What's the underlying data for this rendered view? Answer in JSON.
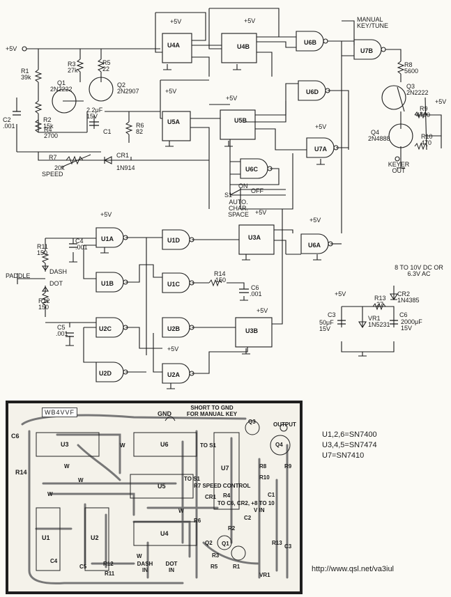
{
  "schematic": {
    "supply_labels": [
      "+5V",
      "+5V",
      "+5V",
      "+5V",
      "+5V",
      "+5V",
      "+5V",
      "+5V",
      "+5V",
      "+5V",
      "+5V",
      "+5V",
      "+5V"
    ],
    "gates": {
      "u4a": "U4A",
      "u4b": "U4B",
      "u6b": "U6B",
      "u7b": "U7B",
      "u5a": "U5A",
      "u5b": "U5B",
      "u6d": "U6D",
      "u7a": "U7A",
      "u6c": "U6C",
      "u1a": "U1A",
      "u1d": "U1D",
      "u3a": "U3A",
      "u6a": "U6A",
      "u1b": "U1B",
      "u1c": "U1C",
      "u2c": "U2C",
      "u2b": "U2B",
      "u3b": "U3B",
      "u2d": "U2D",
      "u2a": "U2A"
    },
    "components": {
      "r1": "R1",
      "r1v": "39k",
      "r2": "R2",
      "r2v": "15k",
      "r3": "R3",
      "r3v": "27k",
      "r4": "R4",
      "r4v": "2700",
      "r5": "R5",
      "r5v": "22",
      "r6": "R6",
      "r6v": "82",
      "r7": "R7",
      "r7v": "20k",
      "r7n": "SPEED",
      "q1": "Q1",
      "q1v": "2N2222",
      "q2": "Q2",
      "q2v": "2N2907",
      "c1": "C1",
      "c1v": "2.2μF 15V",
      "c2": "C2",
      "c2v": ".001",
      "cr1": "CR1",
      "cr1v": "1N914",
      "r8": "R8",
      "r8v": "5600",
      "q3": "Q3",
      "q3v": "2N2222",
      "q4": "Q4",
      "q4v": "2N4888",
      "r9": "R9",
      "r9v": "4700",
      "r10": "R10",
      "r10v": "470",
      "keyer": "KEYER OUT",
      "manual": "MANUAL KEY/TUNE",
      "s1": "S1",
      "s1n": "AUTO. CHAR. SPACE",
      "on": "ON",
      "off": "OFF",
      "r11": "R11",
      "r11v": "150",
      "r12": "R12",
      "r12v": "150",
      "c4": "C4",
      "c4v": ".001",
      "c5": "C5",
      "c5v": ".001",
      "paddle": "PADDLE",
      "dash": "DASH",
      "dot": "DOT",
      "r14": "R14",
      "r14v": "150",
      "c6": "C6",
      "c6v": ".001",
      "r13": "R13",
      "r13v": "27",
      "cr2": "CR2",
      "cr2v": "1N4385",
      "vr1": "VR1",
      "vr1v": "1N5231",
      "c3": "C3",
      "c3v": "50μF 15V",
      "c6b": "C6",
      "c6bv": "2000μF 15V",
      "dcin": "8 TO 10V DC OR 6.3V AC"
    }
  },
  "parts_note": [
    "U1,2,6=SN7400",
    "U3,4,5=SN7474",
    "U7=SN7410"
  ],
  "url": "http://www.qsl.net/va3iul",
  "board": {
    "name": "WB4VVF",
    "labels": {
      "gnd": "GND",
      "short": "SHORT TO GND FOR MANUAL KEY",
      "output": "OUTPUT",
      "c6": "C6",
      "u3": "U3",
      "u6": "U6",
      "u7": "U7",
      "u5": "U5",
      "u1": "U1",
      "u2": "U2",
      "u4": "U4",
      "r14": "R14",
      "tos1a": "TO S1",
      "tos1b": "TO S1",
      "r7": "R7 SPEED CONTROL",
      "q3": "Q3",
      "q4": "Q4",
      "r8": "R8",
      "r9": "R9",
      "r10": "R10",
      "cr1": "CR1",
      "r4": "R4",
      "toc6": "TO C6, CR2, +8 TO 10",
      "vin": "V IN",
      "c1": "C1",
      "r6": "R6",
      "c2": "C2",
      "r2": "R2",
      "q2": "Q2",
      "q1": "Q1",
      "r3": "R3",
      "r13": "R13",
      "c3": "C3",
      "r5": "R5",
      "r1": "R1",
      "vr1": "VR1",
      "c4": "C4",
      "c5": "C5",
      "r12": "R12",
      "r11": "R11",
      "dash": "DASH IN",
      "dot": "DOT IN",
      "w": "W"
    }
  }
}
